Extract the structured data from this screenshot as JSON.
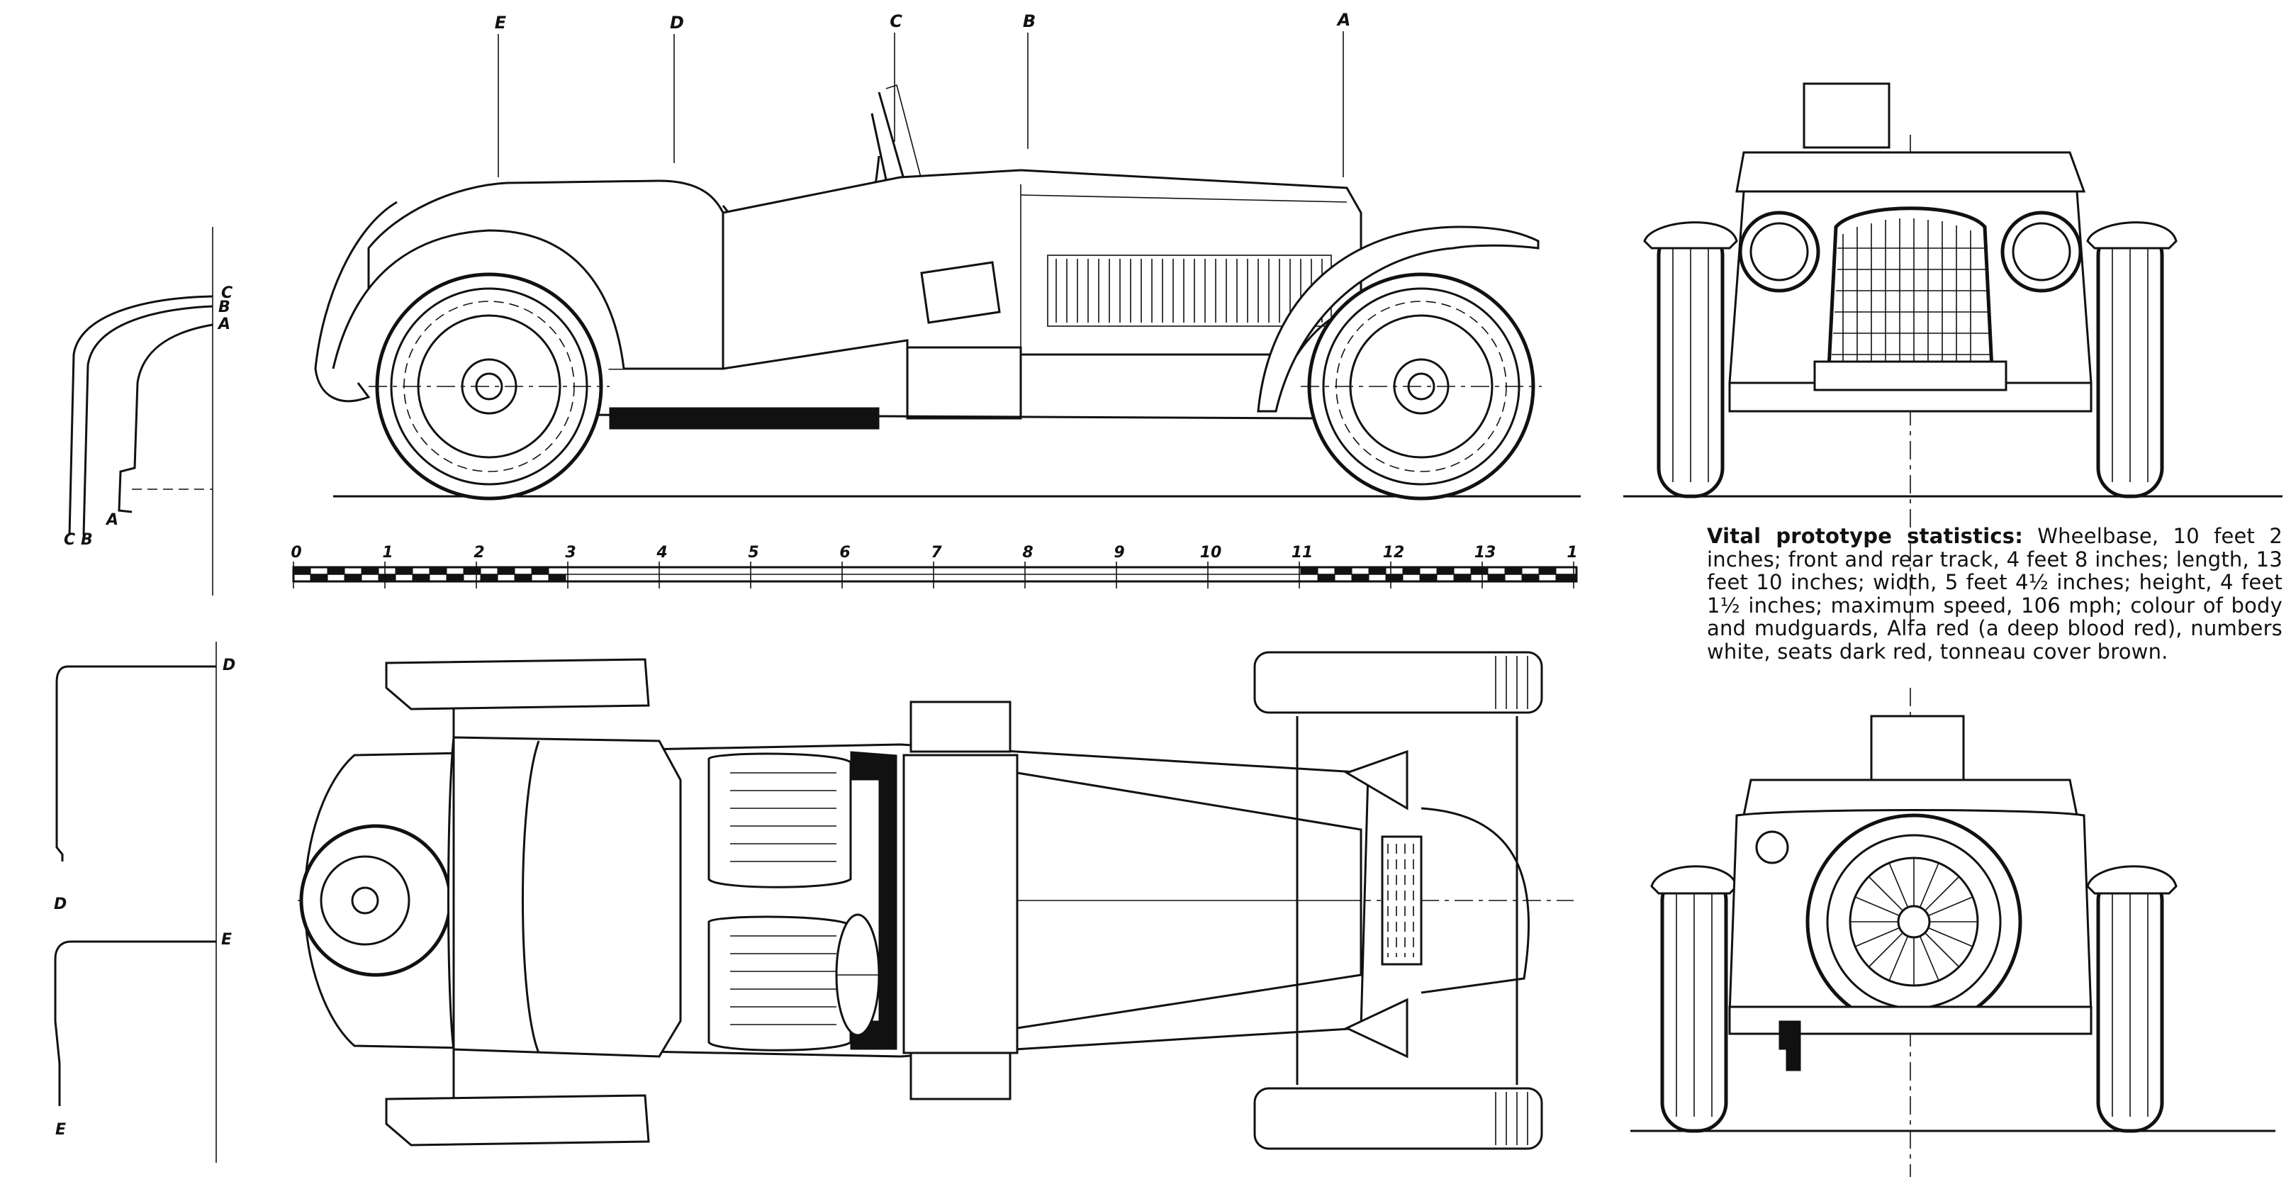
{
  "section_labels": {
    "top": [
      "E",
      "D",
      "C",
      "B",
      "A"
    ],
    "profile_left": [
      "C",
      "B",
      "A"
    ],
    "profile_bottom": [
      "C",
      "B",
      "A"
    ],
    "section_de": [
      "D",
      "D",
      "E",
      "E"
    ]
  },
  "scale": {
    "marks": [
      "0",
      "1",
      "2",
      "3",
      "4",
      "5",
      "6",
      "7",
      "8",
      "9",
      "10",
      "11",
      "12",
      "13",
      "1"
    ]
  },
  "stats": {
    "heading": "Vital prototype statistics:",
    "body": " Wheelbase, 10 feet 2 inches; front and rear track, 4 feet 8 inches; length, 13 feet 10 inches; width, 5 feet 4½ inches; height, 4 feet 1½ inches; maximum speed, 106 mph; colour of body and mudguards, Alfa red (a deep blood red), numbers white, seats dark red, tonneau cover brown."
  }
}
